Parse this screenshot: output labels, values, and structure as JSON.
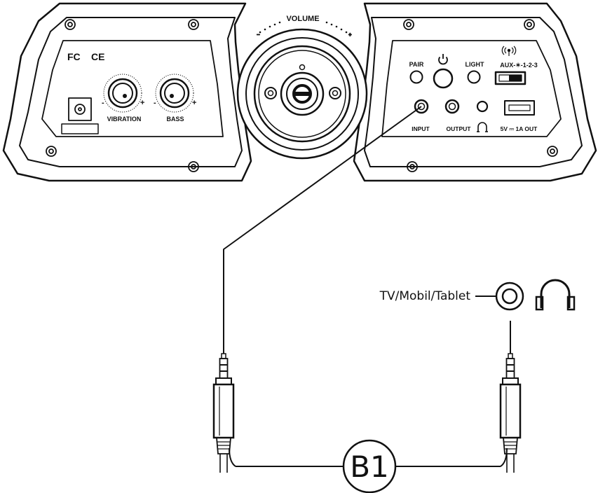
{
  "panel": {
    "volume_label": "VOLUME",
    "left": {
      "certifications": [
        "FC",
        "CE"
      ],
      "knobs": [
        "VIBRATION",
        "BASS"
      ],
      "knob_minus": "-",
      "knob_plus": "+"
    },
    "right": {
      "buttons": [
        "PAIR",
        "LIGHT"
      ],
      "switch_label": "AUX-✶-1-2-3",
      "ports": [
        "INPUT",
        "OUTPUT"
      ],
      "usb_label": "5V ⎓ 1A  OUT"
    }
  },
  "device_label": "TV/Mobil/Tablet",
  "cable_label": "B1",
  "icons": [
    "power-icon",
    "headphone-icon",
    "bluetooth-icon",
    "wireless-icon",
    "headphone-port-icon",
    "dc-jack-icon",
    "usb-port-icon"
  ]
}
